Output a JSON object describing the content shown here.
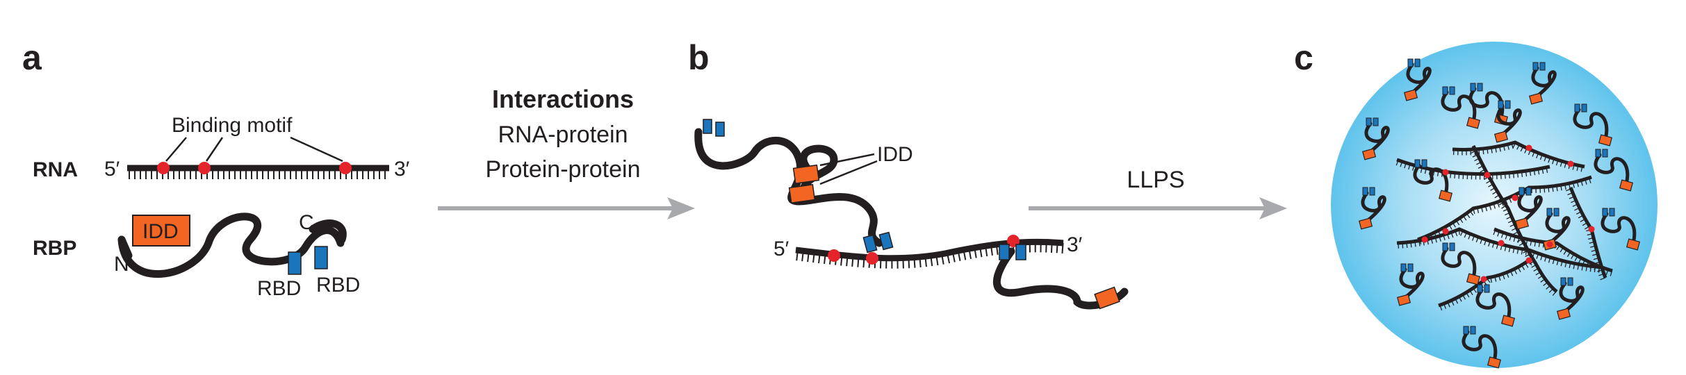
{
  "panels": {
    "a": "a",
    "b": "b",
    "c": "c"
  },
  "panel_a": {
    "rna_label": "RNA",
    "rbp_label": "RBP",
    "five_prime": "5′",
    "three_prime": "3′",
    "binding_motif": "Binding motif",
    "idd": "IDD",
    "n_term": "N",
    "c_term": "C",
    "rbd_1": "RBD",
    "rbd_2": "RBD"
  },
  "arrow_1": {
    "title": "Interactions",
    "line_1": "RNA-protein",
    "line_2": "Protein-protein"
  },
  "panel_b": {
    "idd": "IDD",
    "five_prime": "5′",
    "three_prime": "3′"
  },
  "arrow_2": {
    "label": "LLPS"
  },
  "colors": {
    "strand": "#231f20",
    "binding_motif": "#e3242b",
    "idd": "#f26522",
    "rbd": "#1b75bc",
    "arrow": "#a7a9ac",
    "droplet_center": "#e6f6fd",
    "droplet_edge": "#5fc3ec"
  }
}
